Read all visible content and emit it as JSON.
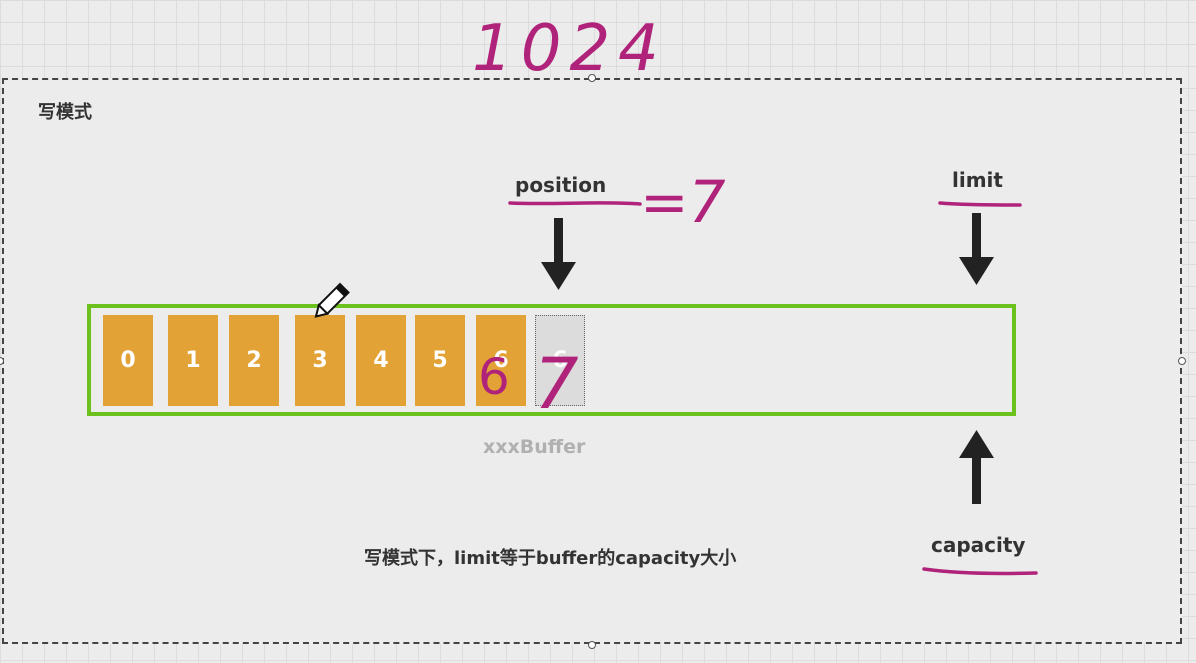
{
  "annotations": {
    "capacity_value": "1024",
    "position_value": "=7",
    "cell_6_overwrite": "6",
    "ghost_overwrite": "7",
    "ink_color": "#b0237a"
  },
  "diagram": {
    "mode_title": "写模式",
    "position_label": "position",
    "limit_label": "limit",
    "capacity_label": "capacity",
    "buffer_name": "xxxBuffer",
    "note": "写模式下，limit等于buffer的capacity大小",
    "cells": [
      "0",
      "1",
      "2",
      "3",
      "4",
      "5",
      "6"
    ],
    "ghost_cell": "6",
    "colors": {
      "cell_fill": "#e3a235",
      "buffer_border": "#6cc11c",
      "ghost_fill": "#dcdcdc",
      "arrow": "#222222"
    }
  }
}
